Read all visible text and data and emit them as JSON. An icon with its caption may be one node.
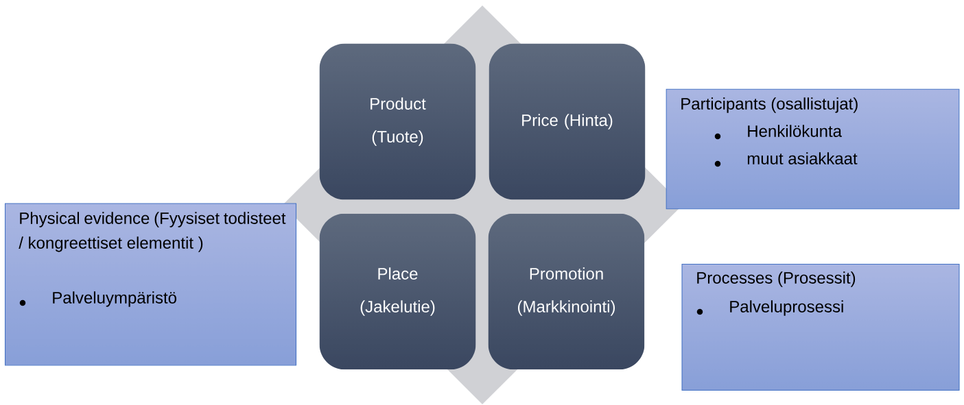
{
  "diagram": {
    "nodes": [
      {
        "text": [
          "Product (Tuote)"
        ]
      },
      {
        "text": [
          "Price (Hinta)"
        ]
      },
      {
        "text": [
          "Participants (osallistujat)",
          "Henkilökunta",
          "muut asiakkaat"
        ]
      },
      {
        "text": [
          "Physical evidence (Fyysiset todisteet / kongreettiset elementit )",
          "Palveluympäristö"
        ]
      },
      {
        "text": [
          "Place (Jakelutie)"
        ]
      },
      {
        "text": [
          "Promotion (Markkinointi)"
        ]
      },
      {
        "text": [
          "Processes (Prosessit)",
          "Palveluprosessi"
        ]
      }
    ]
  }
}
